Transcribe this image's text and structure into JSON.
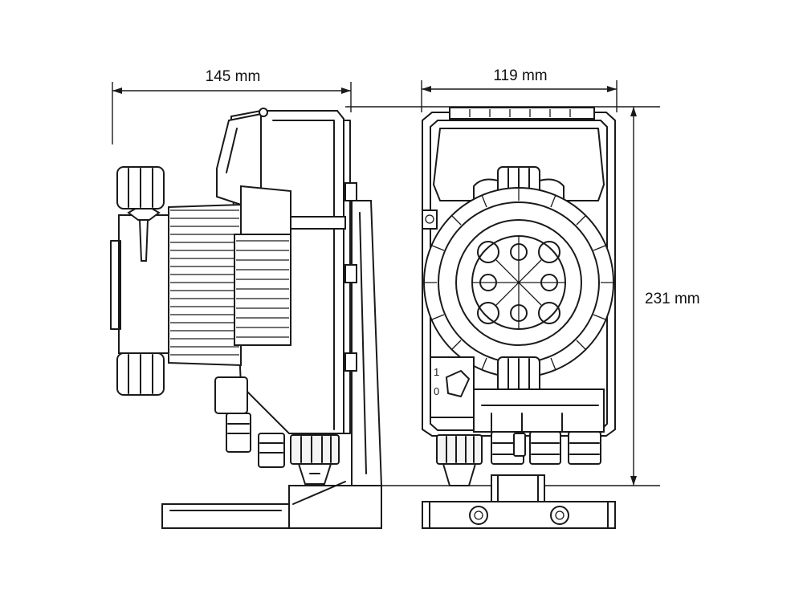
{
  "dimensions": {
    "depth": "145 mm",
    "width": "119 mm",
    "height": "231 mm"
  }
}
